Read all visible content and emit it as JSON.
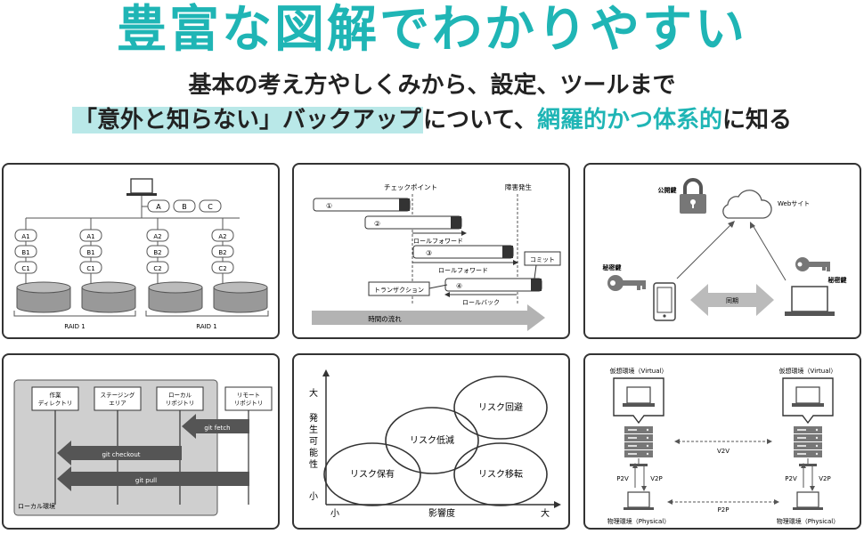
{
  "header": {
    "title": "豊富な図解でわかりやすい",
    "subtitle_line1": "基本の考え方やしくみから、設定、ツールまで",
    "subtitle_line2_highlight": "「意外と知らない」バックアップ",
    "subtitle_line2_mid": "について、",
    "subtitle_line2_teal": "網羅的かつ体系的",
    "subtitle_line2_end": "に知る"
  },
  "panel_raid": {
    "top_chips": [
      "A",
      "B",
      "C"
    ],
    "stacks": [
      [
        "A1",
        "B1",
        "C1"
      ],
      [
        "A1",
        "B1",
        "C1"
      ],
      [
        "A2",
        "B2",
        "C2"
      ],
      [
        "A2",
        "B2",
        "C2"
      ]
    ],
    "group_labels": [
      "RAID 1",
      "RAID 1"
    ]
  },
  "panel_rollforward": {
    "checkpoint": "チェックポイント",
    "failure": "障害発生",
    "bar_labels": [
      "①",
      "②",
      "③",
      "④"
    ],
    "rollforward_1": "ロールフォワード",
    "rollforward_2": "ロールフォワード",
    "commit": "コミット",
    "transaction": "トランザクション",
    "rollback": "ロールバック",
    "time_flow": "時間の流れ"
  },
  "panel_keys": {
    "public_key": "公開鍵",
    "website": "Webサイト",
    "private_key_left": "秘密鍵",
    "private_key_right": "秘密鍵",
    "sync": "同期"
  },
  "panel_git": {
    "areas": [
      "作業\nディレクトリ",
      "ステージング\nエリア",
      "ローカル\nリポジトリ",
      "リモート\nリポジトリ"
    ],
    "fetch": "git fetch",
    "checkout": "git checkout",
    "pull": "git pull",
    "local_env": "ローカル環境"
  },
  "panel_risk": {
    "y_high": "大",
    "y_label": "発生可能性",
    "y_low": "小",
    "x_low": "小",
    "x_label": "影響度",
    "x_high": "大",
    "avoid": "リスク回避",
    "reduce": "リスク低減",
    "retain": "リスク保有",
    "transfer": "リスク移転"
  },
  "panel_virtual": {
    "virtual_left": "仮想環境（Virtual）",
    "virtual_right": "仮想環境（Virtual）",
    "v2v": "V2V",
    "p2v_left": "P2V",
    "v2p_left": "V2P",
    "p2v_right": "P2V",
    "v2p_right": "V2P",
    "p2p": "P2P",
    "physical_left": "物理環境（Physical）",
    "physical_right": "物理環境（Physical）"
  }
}
